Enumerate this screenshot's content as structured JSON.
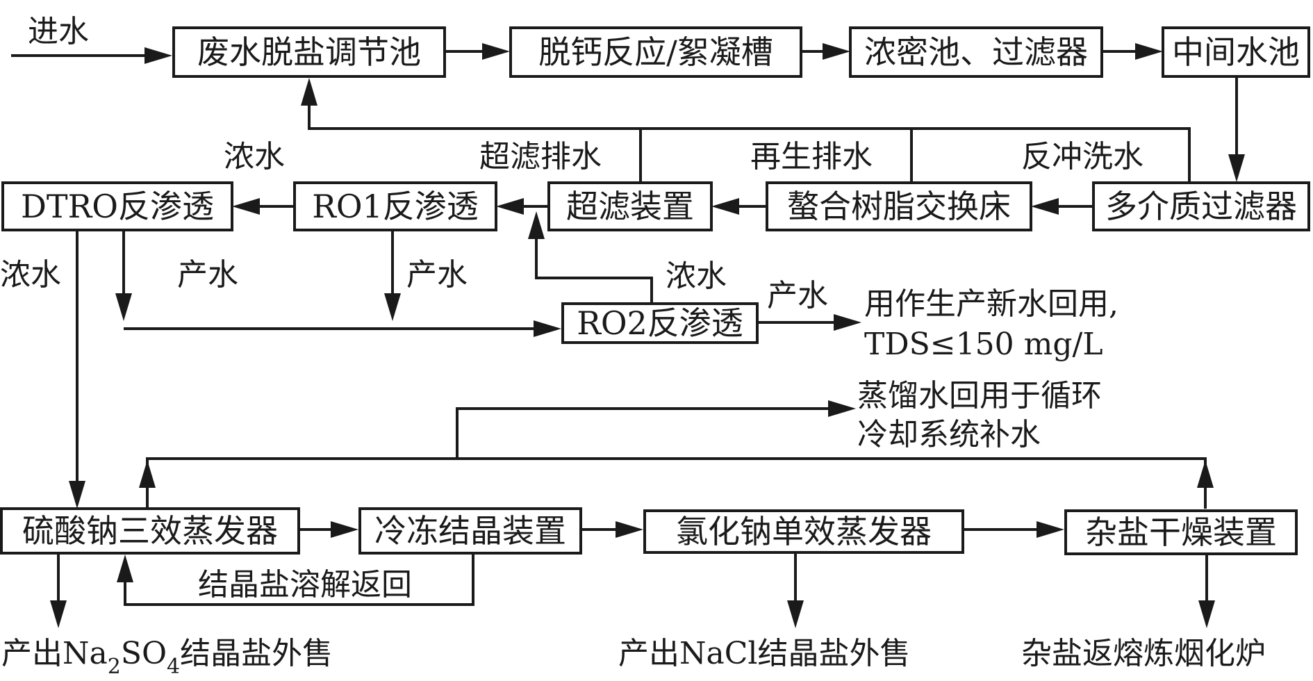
{
  "title": "废水脱盐零排放工艺流程",
  "nodes": {
    "regulating_pool": "废水脱盐调节池",
    "decalcification": "脱钙反应/絮凝槽",
    "thickener_filter": "浓密池、过滤器",
    "intermediate_pool": "中间水池",
    "multimedia_filter": "多介质过滤器",
    "chelating_resin": "螯合树脂交换床",
    "ultrafiltration": "超滤装置",
    "ro1": "RO1反渗透",
    "dtro": "DTRO反渗透",
    "ro2": "RO2反渗透",
    "na2so4_evaporator": "硫酸钠三效蒸发器",
    "freeze_crystallizer": "冷冻结晶装置",
    "nacl_evaporator": "氯化钠单效蒸发器",
    "mixed_salt_dryer": "杂盐干燥装置"
  },
  "labels": {
    "inlet": "进水",
    "uf_drain": "超滤排水",
    "regen_drain": "再生排水",
    "backwash": "反冲洗水",
    "ro1_concentrate": "浓水",
    "dtro_concentrate": "浓水",
    "dtro_product": "产水",
    "ro1_product": "产水",
    "ro2_concentrate": "浓水",
    "ro2_product": "产水",
    "crystal_return": "结晶盐溶解返回"
  },
  "outputs": {
    "reuse_line1": "用作生产新水回用,",
    "reuse_line2": "TDS≤150 mg/L",
    "distilled_line1": "蒸馏水回用于循环",
    "distilled_line2": "冷却系统补水",
    "na2so4_prefix": "产出Na",
    "na2so4_sub1": "2",
    "na2so4_mid": "SO",
    "na2so4_sub2": "4",
    "na2so4_suffix": "结晶盐外售",
    "nacl": "产出NaCl结晶盐外售",
    "mixed_salt": "杂盐返熔炼烟化炉"
  }
}
